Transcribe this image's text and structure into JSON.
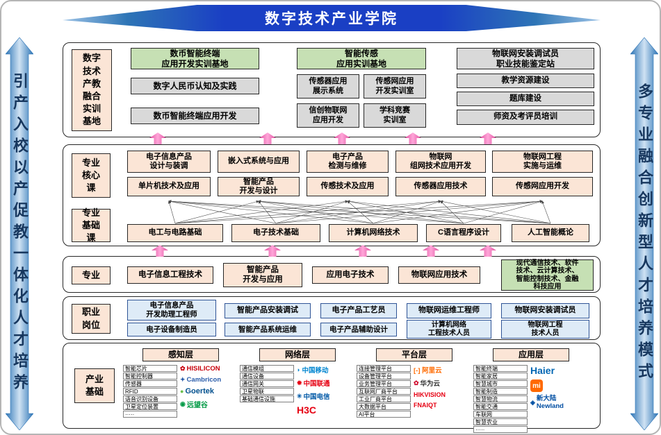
{
  "banner": {
    "title": "数字技术产业学院"
  },
  "side": {
    "left": "引产入校以产促教一体化人才培养",
    "right": "多专业融合创新型人才培养模式"
  },
  "icons": {
    "flower": "✿",
    "spark": "✦",
    "dot": "●",
    "ring": "◉",
    "wave": "◗",
    "knot": "✹",
    "star": "✳",
    "diamond": "◈"
  },
  "training": {
    "label": "数字\n技术\n产教\n融合\n实训\n基地",
    "group1": {
      "header": "数币智能终端\n应用开发实训基地",
      "items": [
        "数字人民币认知及实践",
        "数币智能终端应用开发"
      ]
    },
    "group2": {
      "header": "智能传感\n应用实训基地",
      "items": [
        "传感器应用\n展示系统",
        "传感网应用\n开发实训室",
        "信创物联网\n应用开发",
        "学科竞赛\n实训室"
      ]
    },
    "group3": {
      "header": "物联网安装调试员\n职业技能鉴定站",
      "items": [
        "教学资源建设",
        "题库建设",
        "师资及考评员培训"
      ]
    }
  },
  "courses": {
    "core_label": "专业\n核心\n课",
    "core_top": [
      "电子信息产品\n设计与装调",
      "嵌入式系统与应用",
      "电子产品\n检测与维修",
      "物联网\n组网技术应用开发",
      "物联网工程\n实施与运维"
    ],
    "core_bottom": [
      "单片机技术及应用",
      "智能产品\n开发与设计",
      "传感技术及应用",
      "传感器应用技术",
      "传感网应用开发"
    ],
    "basic_label": "专业\n基础\n课",
    "basic": [
      "电工与电路基础",
      "电子技术基础",
      "计算机网络技术",
      "C语言程序设计",
      "人工智能概论"
    ]
  },
  "majors": {
    "label": "专业",
    "items": [
      "电子信息工程技术",
      "智能产品\n开发与应用",
      "应用电子技术",
      "物联网应用技术"
    ],
    "highlight": "现代通信技术、软件\n技术、云计算技术、\n智能控制技术、金融\n科技应用"
  },
  "jobs": {
    "label": "职业\n岗位",
    "row1": [
      "电子信息产品\n开发助理工程师",
      "智能产品安装调试",
      "电子产品工艺员",
      "物联网运维工程师",
      "物联网安装调试员"
    ],
    "row2": [
      "电子设备制造员",
      "智能产品系统运维",
      "电子产品辅助设计",
      "计算机网络\n工程技术人员",
      "物联网工程\n技术人员"
    ]
  },
  "industry": {
    "label": "产业\n基础",
    "layers": [
      {
        "name": "感知层",
        "items": [
          "智能芯片",
          "智能控制器",
          "传感器",
          "RFID",
          "语音识别设备",
          "卫星定位装置",
          "·····"
        ],
        "logos": [
          "HISILICON",
          "Cambricon",
          "Goertek",
          "远望谷"
        ]
      },
      {
        "name": "网络层",
        "items": [
          "通信模组",
          "通信设备",
          "通信网关",
          "卫星物联",
          "基础通信设施"
        ],
        "logos": [
          "中国移动",
          "中国联通",
          "中国电信",
          "H3C"
        ]
      },
      {
        "name": "平台层",
        "items": [
          "连接管理平台",
          "设备管理平台",
          "业务管理平台",
          "互联网厂商平台",
          "工业厂商平台",
          "大数据平台",
          "AI平台"
        ],
        "logos": [
          "[-] 阿里云",
          "华为云",
          "HIKVISION",
          "FNAIQT"
        ]
      },
      {
        "name": "应用层",
        "items": [
          "智能终端",
          "智能家居",
          "智慧城市",
          "智能制造",
          "智慧物流",
          "智能交通",
          "车联网",
          "智慧农业",
          "·····"
        ],
        "logos": [
          "Haier",
          "mi",
          "新大陆 Newland"
        ]
      }
    ]
  },
  "colors": {
    "banner_mid": "#1a3fc4",
    "banner_edge": "#2e75b6",
    "navy": "#17375e",
    "pink_a": "#e0519f",
    "pink_b": "#ffa6d9",
    "peach": "#fbe5d6",
    "green": "#c6e0b4",
    "gray": "#d9d9d9",
    "blueb": "#deebf7",
    "hisilicon": "#c7000b",
    "cambricon": "#2a5caa",
    "goertek": "#00508e",
    "goertek_green": "#6abf4b",
    "farsight": "#009944",
    "cmcc": "#0085d0",
    "unicom": "#e60012",
    "telecom": "#0058a6",
    "h3c": "#e60012",
    "aliyun": "#ff6a00",
    "huawei": "#cf0a2c",
    "hikvision": "#e60012",
    "fnaiot": "#e60012",
    "haier": "#0066b3",
    "xiaomi": "#ff6900",
    "newland": "#004ea2"
  }
}
